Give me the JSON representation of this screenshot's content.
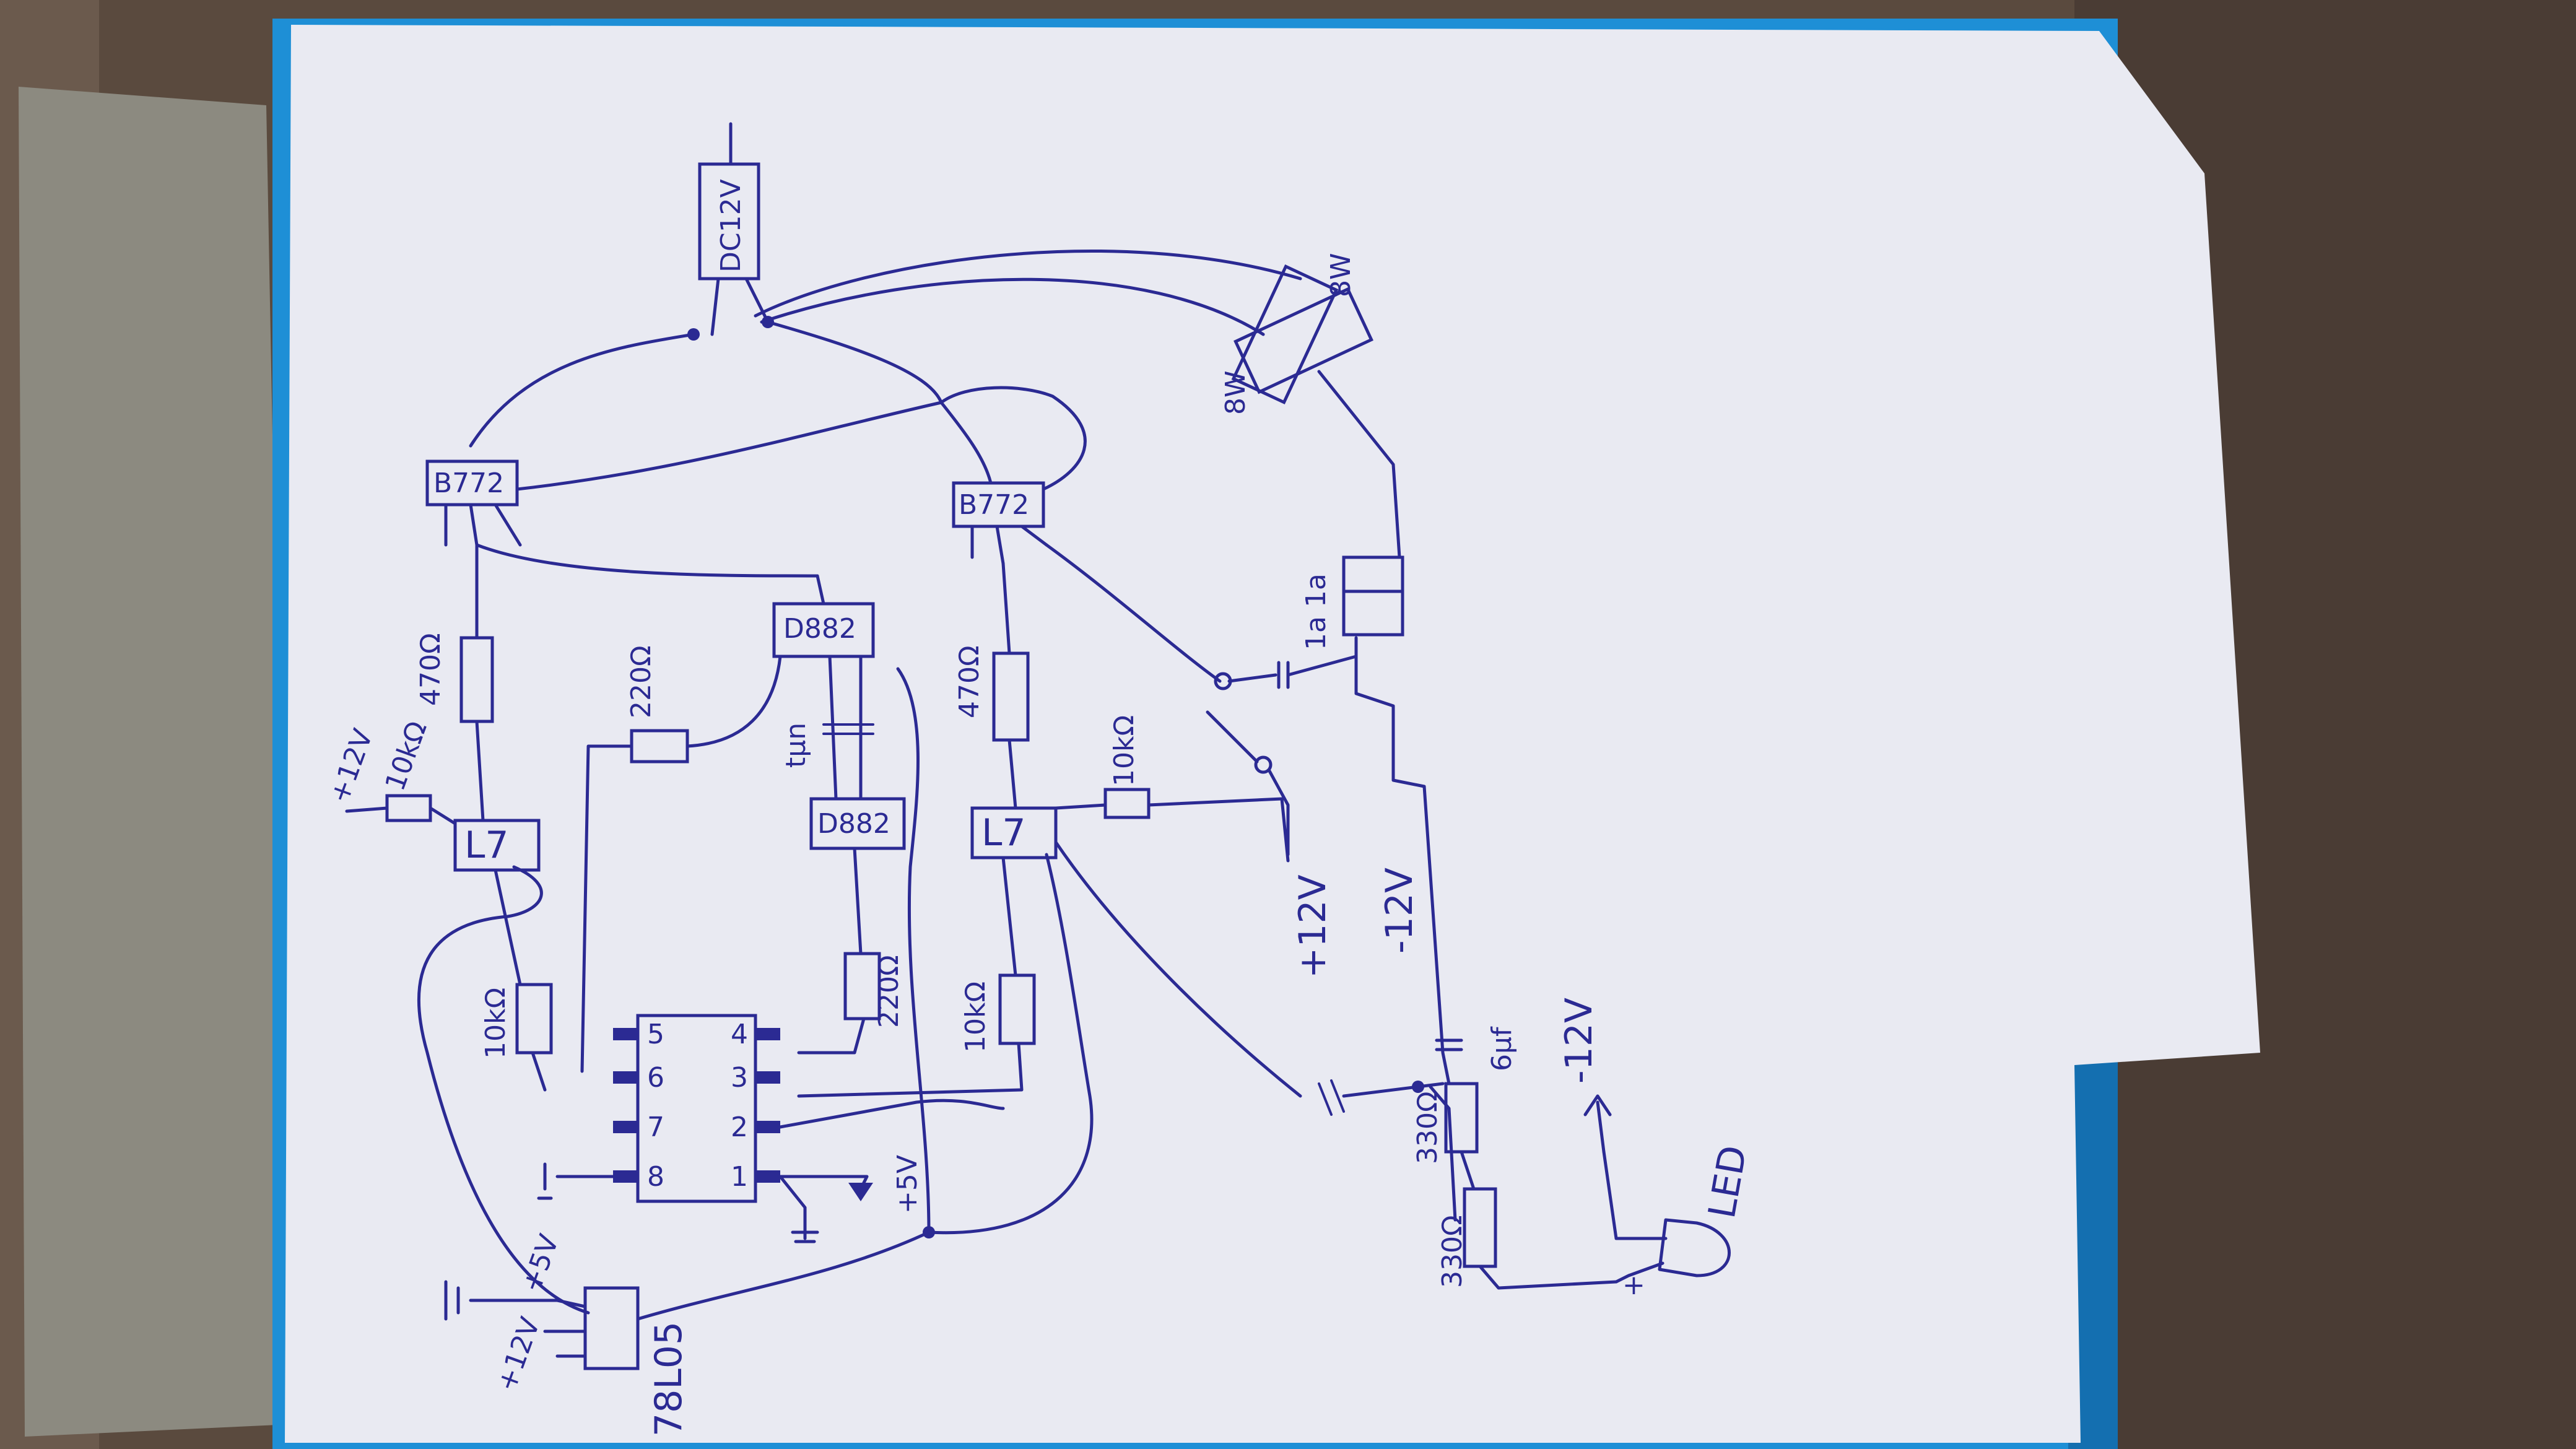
{
  "colors": {
    "ink": "#2b2a93",
    "paper": "#e9eaf2",
    "folder": "#1e8fd6",
    "carpet": "#5a4a3e"
  },
  "components": {
    "relay_top": "DC12V",
    "transistor_left_top": "B772",
    "transistor_right_top": "B772",
    "transistor_mid_top": "D882",
    "transistor_mid_bottom": "D882",
    "regulator_left": "L7",
    "regulator_right": "L7",
    "regulator_bottom": "78L05",
    "lamp_1": "8W",
    "lamp_2": "8W",
    "speaker": "1a 1a",
    "led": "LED"
  },
  "resistors": {
    "r_left_470": "470Ω",
    "r_mid_220_top": "220Ω",
    "r_right_470": "470Ω",
    "r_left_10k_top": "10kΩ",
    "r_right_10k_top": "10kΩ",
    "r_left_10k_bottom": "10kΩ",
    "r_mid_220_bottom": "220Ω",
    "r_right_10k_bottom": "10kΩ",
    "r_330_a": "330Ω",
    "r_330_b": "330Ω"
  },
  "rails": {
    "plus12_left": "+12V",
    "plus12_mid": "+12V",
    "minus12_mid": "-12V",
    "minus12_bottom": "-12V",
    "plus5_ic": "+5V",
    "plus5_reg": "+5V",
    "plus12_reg": "+12V",
    "cap_label": "6μf",
    "plus_led": "+"
  },
  "ic_pins": [
    "1",
    "2",
    "3",
    "4",
    "5",
    "6",
    "7",
    "8"
  ]
}
